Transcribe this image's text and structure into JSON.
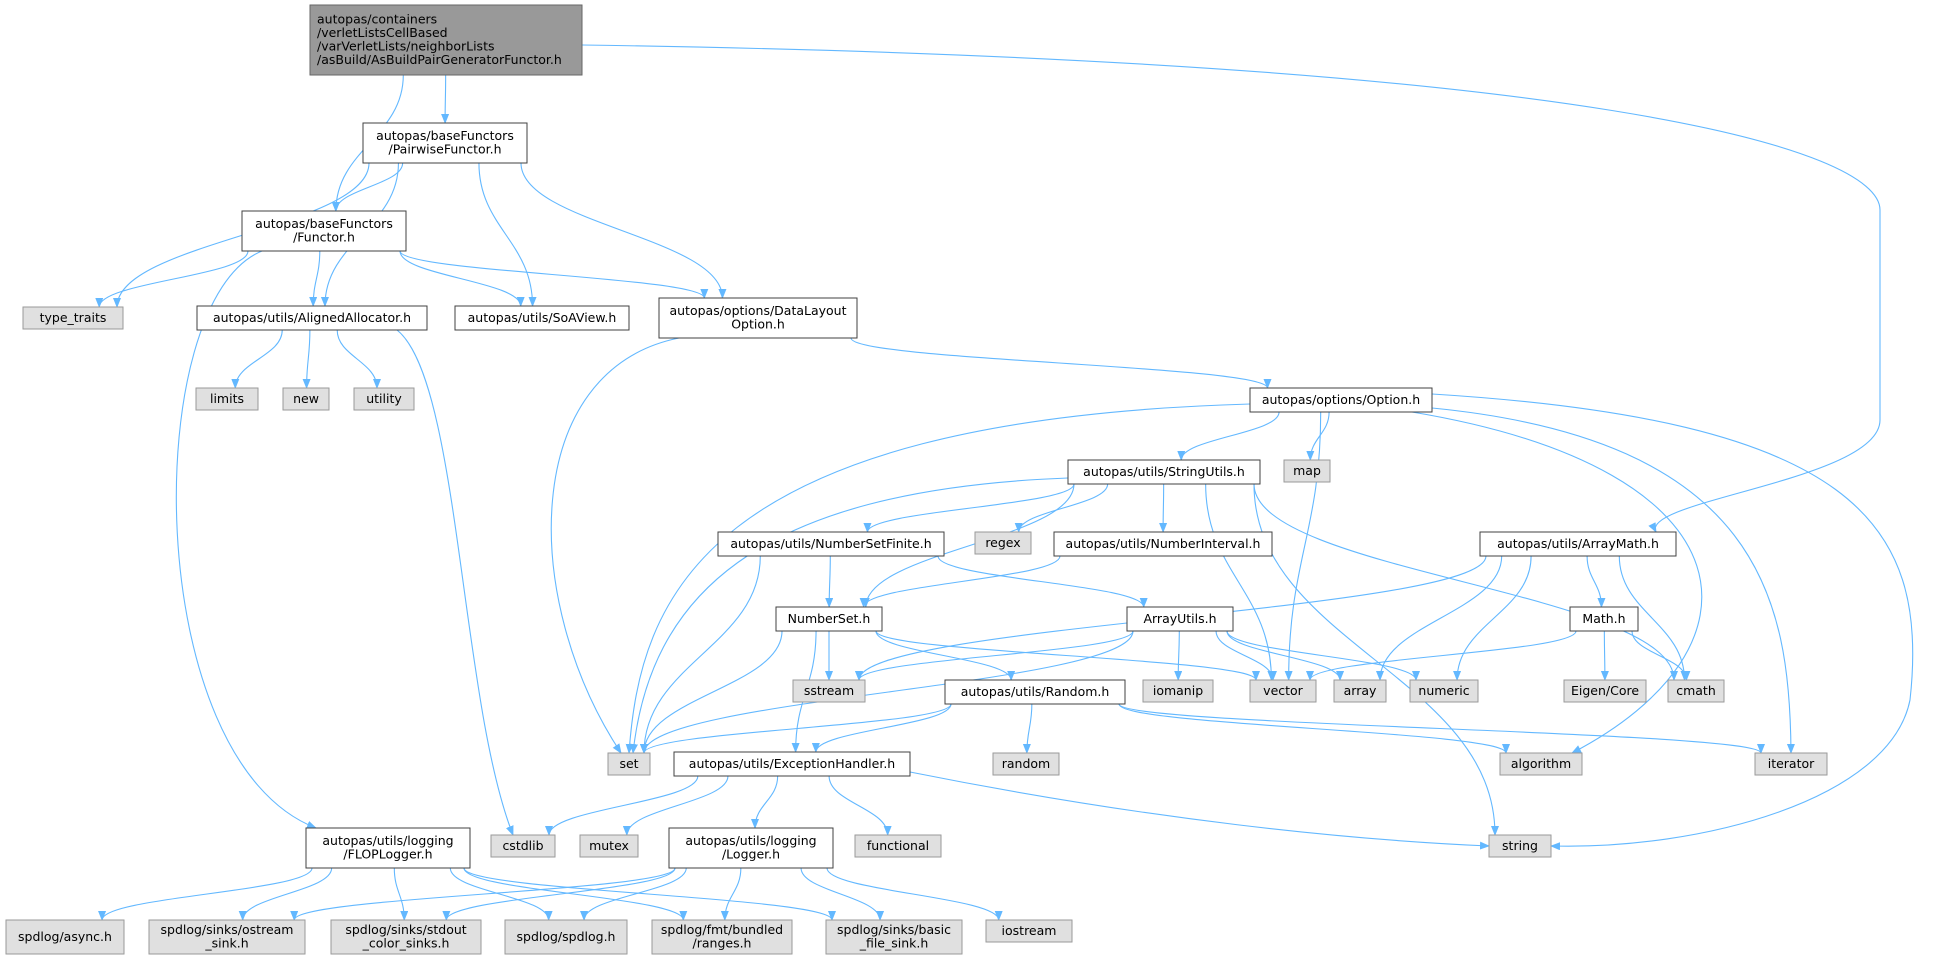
{
  "colors": {
    "root_fill": "#999999",
    "root_border": "#666666",
    "header_fill": "#ffffff",
    "header_border": "#404040",
    "system_fill": "#e0e0e0",
    "system_border": "#999999",
    "edge": "#63B8FF"
  },
  "nodes": [
    {
      "id": "root",
      "kind": "root",
      "lines": [
        "autopas/containers",
        "/verletListsCellBased",
        "/varVerletLists/neighborLists",
        "/asBuild/AsBuildPairGeneratorFunctor.h"
      ]
    },
    {
      "id": "pairwise",
      "kind": "header",
      "lines": [
        "autopas/baseFunctors",
        "/PairwiseFunctor.h"
      ]
    },
    {
      "id": "functor",
      "kind": "header",
      "lines": [
        "autopas/baseFunctors",
        "/Functor.h"
      ]
    },
    {
      "id": "type_traits",
      "kind": "system",
      "lines": [
        "type_traits"
      ]
    },
    {
      "id": "aligned",
      "kind": "header",
      "lines": [
        "autopas/utils/AlignedAllocator.h"
      ]
    },
    {
      "id": "soaview",
      "kind": "header",
      "lines": [
        "autopas/utils/SoAView.h"
      ]
    },
    {
      "id": "datalayout",
      "kind": "header",
      "lines": [
        "autopas/options/DataLayout",
        "Option.h"
      ]
    },
    {
      "id": "limits",
      "kind": "system",
      "lines": [
        "limits"
      ]
    },
    {
      "id": "new",
      "kind": "system",
      "lines": [
        "new"
      ]
    },
    {
      "id": "utility",
      "kind": "system",
      "lines": [
        "utility"
      ]
    },
    {
      "id": "option",
      "kind": "header",
      "lines": [
        "autopas/options/Option.h"
      ]
    },
    {
      "id": "map",
      "kind": "system",
      "lines": [
        "map"
      ]
    },
    {
      "id": "stringutils",
      "kind": "header",
      "lines": [
        "autopas/utils/StringUtils.h"
      ]
    },
    {
      "id": "numbersetfinite",
      "kind": "header",
      "lines": [
        "autopas/utils/NumberSetFinite.h"
      ]
    },
    {
      "id": "regex",
      "kind": "system",
      "lines": [
        "regex"
      ]
    },
    {
      "id": "numberinterval",
      "kind": "header",
      "lines": [
        "autopas/utils/NumberInterval.h"
      ]
    },
    {
      "id": "arraymath",
      "kind": "header",
      "lines": [
        "autopas/utils/ArrayMath.h"
      ]
    },
    {
      "id": "numberset",
      "kind": "header",
      "lines": [
        "NumberSet.h"
      ]
    },
    {
      "id": "arrayutils",
      "kind": "header",
      "lines": [
        "ArrayUtils.h"
      ]
    },
    {
      "id": "mathh",
      "kind": "header",
      "lines": [
        "Math.h"
      ]
    },
    {
      "id": "sstream",
      "kind": "system",
      "lines": [
        "sstream"
      ]
    },
    {
      "id": "random_h",
      "kind": "header",
      "lines": [
        "autopas/utils/Random.h"
      ]
    },
    {
      "id": "iomanip",
      "kind": "system",
      "lines": [
        "iomanip"
      ]
    },
    {
      "id": "vector",
      "kind": "system",
      "lines": [
        "vector"
      ]
    },
    {
      "id": "array",
      "kind": "system",
      "lines": [
        "array"
      ]
    },
    {
      "id": "numeric",
      "kind": "system",
      "lines": [
        "numeric"
      ]
    },
    {
      "id": "eigen",
      "kind": "system",
      "lines": [
        "Eigen/Core"
      ]
    },
    {
      "id": "cmath",
      "kind": "system",
      "lines": [
        "cmath"
      ]
    },
    {
      "id": "set",
      "kind": "system",
      "lines": [
        "set"
      ]
    },
    {
      "id": "exception",
      "kind": "header",
      "lines": [
        "autopas/utils/ExceptionHandler.h"
      ]
    },
    {
      "id": "random",
      "kind": "system",
      "lines": [
        "random"
      ]
    },
    {
      "id": "algorithm",
      "kind": "system",
      "lines": [
        "algorithm"
      ]
    },
    {
      "id": "iterator",
      "kind": "system",
      "lines": [
        "iterator"
      ]
    },
    {
      "id": "floplogger",
      "kind": "header",
      "lines": [
        "autopas/utils/logging",
        "/FLOPLogger.h"
      ]
    },
    {
      "id": "cstdlib",
      "kind": "system",
      "lines": [
        "cstdlib"
      ]
    },
    {
      "id": "mutex",
      "kind": "system",
      "lines": [
        "mutex"
      ]
    },
    {
      "id": "logger",
      "kind": "header",
      "lines": [
        "autopas/utils/logging",
        "/Logger.h"
      ]
    },
    {
      "id": "functional",
      "kind": "system",
      "lines": [
        "functional"
      ]
    },
    {
      "id": "string",
      "kind": "system",
      "lines": [
        "string"
      ]
    },
    {
      "id": "spd_async",
      "kind": "system",
      "lines": [
        "spdlog/async.h"
      ]
    },
    {
      "id": "spd_ostream",
      "kind": "system",
      "lines": [
        "spdlog/sinks/ostream",
        "_sink.h"
      ]
    },
    {
      "id": "spd_stdout",
      "kind": "system",
      "lines": [
        "spdlog/sinks/stdout",
        "_color_sinks.h"
      ]
    },
    {
      "id": "spd_spdlog",
      "kind": "system",
      "lines": [
        "spdlog/spdlog.h"
      ]
    },
    {
      "id": "spd_fmt",
      "kind": "system",
      "lines": [
        "spdlog/fmt/bundled",
        "/ranges.h"
      ]
    },
    {
      "id": "spd_basic",
      "kind": "system",
      "lines": [
        "spdlog/sinks/basic",
        "_file_sink.h"
      ]
    },
    {
      "id": "iostream",
      "kind": "system",
      "lines": [
        "iostream"
      ]
    }
  ],
  "edges": [
    [
      "root",
      "functor"
    ],
    [
      "root",
      "pairwise"
    ],
    [
      "root",
      "arraymath"
    ],
    [
      "pairwise",
      "functor"
    ],
    [
      "pairwise",
      "type_traits"
    ],
    [
      "pairwise",
      "aligned"
    ],
    [
      "pairwise",
      "soaview"
    ],
    [
      "pairwise",
      "datalayout"
    ],
    [
      "functor",
      "type_traits"
    ],
    [
      "functor",
      "aligned"
    ],
    [
      "functor",
      "soaview"
    ],
    [
      "functor",
      "datalayout"
    ],
    [
      "functor",
      "floplogger"
    ],
    [
      "aligned",
      "limits"
    ],
    [
      "aligned",
      "new"
    ],
    [
      "aligned",
      "utility"
    ],
    [
      "aligned",
      "cstdlib"
    ],
    [
      "datalayout",
      "set"
    ],
    [
      "datalayout",
      "option"
    ],
    [
      "option",
      "set"
    ],
    [
      "option",
      "stringutils"
    ],
    [
      "option",
      "map"
    ],
    [
      "option",
      "vector"
    ],
    [
      "option",
      "algorithm"
    ],
    [
      "option",
      "iterator"
    ],
    [
      "option",
      "string"
    ],
    [
      "stringutils",
      "set"
    ],
    [
      "stringutils",
      "numberset"
    ],
    [
      "stringutils",
      "numbersetfinite"
    ],
    [
      "stringutils",
      "regex"
    ],
    [
      "stringutils",
      "numberinterval"
    ],
    [
      "stringutils",
      "vector"
    ],
    [
      "stringutils",
      "string"
    ],
    [
      "stringutils",
      "cmath"
    ],
    [
      "numbersetfinite",
      "numberset"
    ],
    [
      "numbersetfinite",
      "set"
    ],
    [
      "numbersetfinite",
      "arrayutils"
    ],
    [
      "numberinterval",
      "numberset"
    ],
    [
      "arraymath",
      "sstream"
    ],
    [
      "arraymath",
      "mathh"
    ],
    [
      "arraymath",
      "array"
    ],
    [
      "arraymath",
      "numeric"
    ],
    [
      "arraymath",
      "cmath"
    ],
    [
      "numberset",
      "sstream"
    ],
    [
      "numberset",
      "set"
    ],
    [
      "numberset",
      "exception"
    ],
    [
      "numberset",
      "random_h"
    ],
    [
      "numberset",
      "vector"
    ],
    [
      "arrayutils",
      "sstream"
    ],
    [
      "arrayutils",
      "set"
    ],
    [
      "arrayutils",
      "iomanip"
    ],
    [
      "arrayutils",
      "vector"
    ],
    [
      "arrayutils",
      "array"
    ],
    [
      "arrayutils",
      "numeric"
    ],
    [
      "mathh",
      "vector"
    ],
    [
      "mathh",
      "eigen"
    ],
    [
      "mathh",
      "cmath"
    ],
    [
      "random_h",
      "set"
    ],
    [
      "random_h",
      "exception"
    ],
    [
      "random_h",
      "random"
    ],
    [
      "random_h",
      "algorithm"
    ],
    [
      "random_h",
      "iterator"
    ],
    [
      "exception",
      "cstdlib"
    ],
    [
      "exception",
      "mutex"
    ],
    [
      "exception",
      "logger"
    ],
    [
      "exception",
      "functional"
    ],
    [
      "exception",
      "string"
    ],
    [
      "floplogger",
      "spd_async"
    ],
    [
      "floplogger",
      "spd_ostream"
    ],
    [
      "floplogger",
      "spd_stdout"
    ],
    [
      "floplogger",
      "spd_spdlog"
    ],
    [
      "floplogger",
      "spd_fmt"
    ],
    [
      "floplogger",
      "spd_basic"
    ],
    [
      "logger",
      "spd_ostream"
    ],
    [
      "logger",
      "spd_stdout"
    ],
    [
      "logger",
      "spd_spdlog"
    ],
    [
      "logger",
      "spd_fmt"
    ],
    [
      "logger",
      "spd_basic"
    ],
    [
      "logger",
      "iostream"
    ]
  ]
}
